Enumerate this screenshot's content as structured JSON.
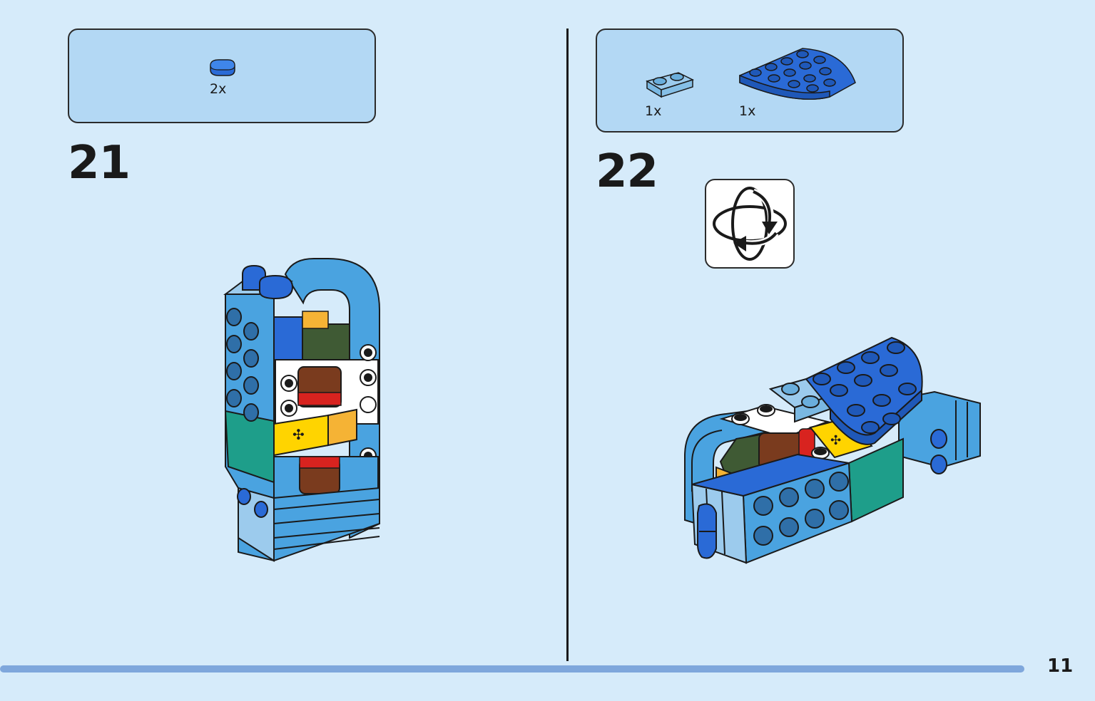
{
  "steps": [
    {
      "number": "21",
      "parts": [
        {
          "qty": "2x",
          "piece": "round-tile-1x2-blue"
        }
      ]
    },
    {
      "number": "22",
      "parts": [
        {
          "qty": "1x",
          "piece": "plate-1x2-light-blue"
        },
        {
          "qty": "1x",
          "piece": "round-corner-plate-4x4-blue"
        }
      ]
    }
  ],
  "rotate_indicator": {
    "icon": "rotate-model-icon"
  },
  "footer": {
    "page_number": "11",
    "progress_fraction": 1.0
  },
  "colors": {
    "page_background": "#d6ebfa",
    "parts_box": "#b3d8f4",
    "progress": "#7fa7dc",
    "brick_blue": "#2a6ad6",
    "brick_medium_azure": "#4aa3e0",
    "brick_light_blue": "#9ccbed",
    "brick_teal": "#1e9e8a",
    "brick_yellow": "#ffd400",
    "brick_orange": "#f5b335",
    "brick_brown": "#7a3b1e",
    "brick_dark_green": "#3f5a34",
    "brick_red": "#d8231f"
  }
}
